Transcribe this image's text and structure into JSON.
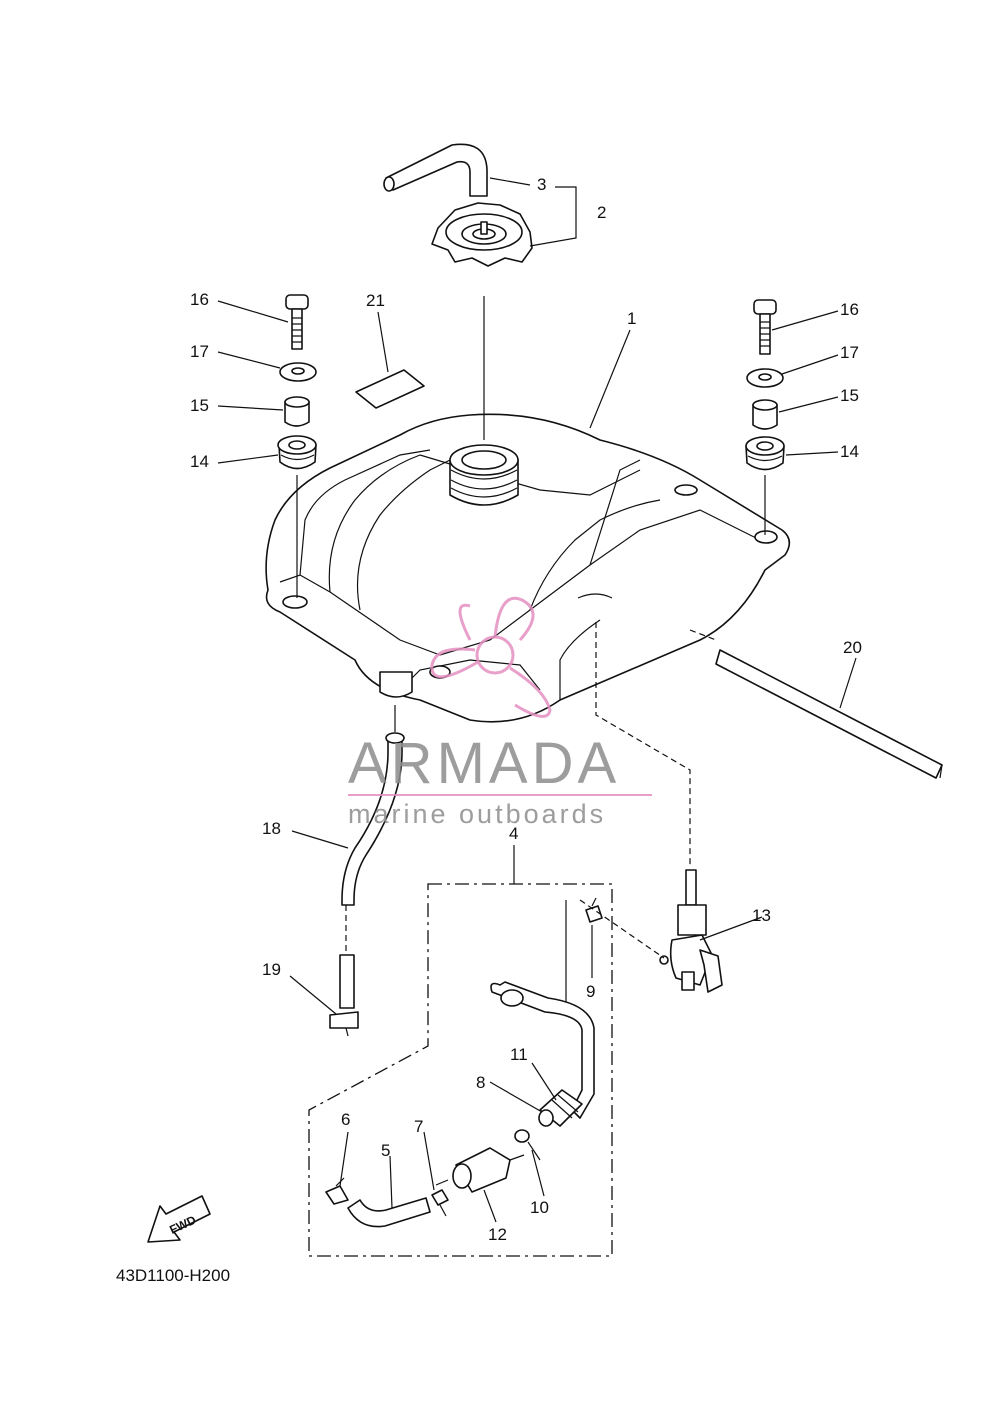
{
  "diagram": {
    "drawing_code": "43D1100-H200",
    "fwd_label": "FWD",
    "watermark": {
      "brand": "ARMADA",
      "tagline": "marine outboards",
      "accent_color": "#e48fc0",
      "text_color": "#8d8d8d"
    },
    "callouts": {
      "c1": "1",
      "c2": "2",
      "c3": "3",
      "c4": "4",
      "c5": "5",
      "c6": "6",
      "c7": "7",
      "c8": "8",
      "c9": "9",
      "c10": "10",
      "c11": "11",
      "c12": "12",
      "c13": "13",
      "c14l": "14",
      "c14r": "14",
      "c15l": "15",
      "c15r": "15",
      "c16l": "16",
      "c16r": "16",
      "c17l": "17",
      "c17r": "17",
      "c18": "18",
      "c19": "19",
      "c20": "20",
      "c21": "21"
    }
  }
}
